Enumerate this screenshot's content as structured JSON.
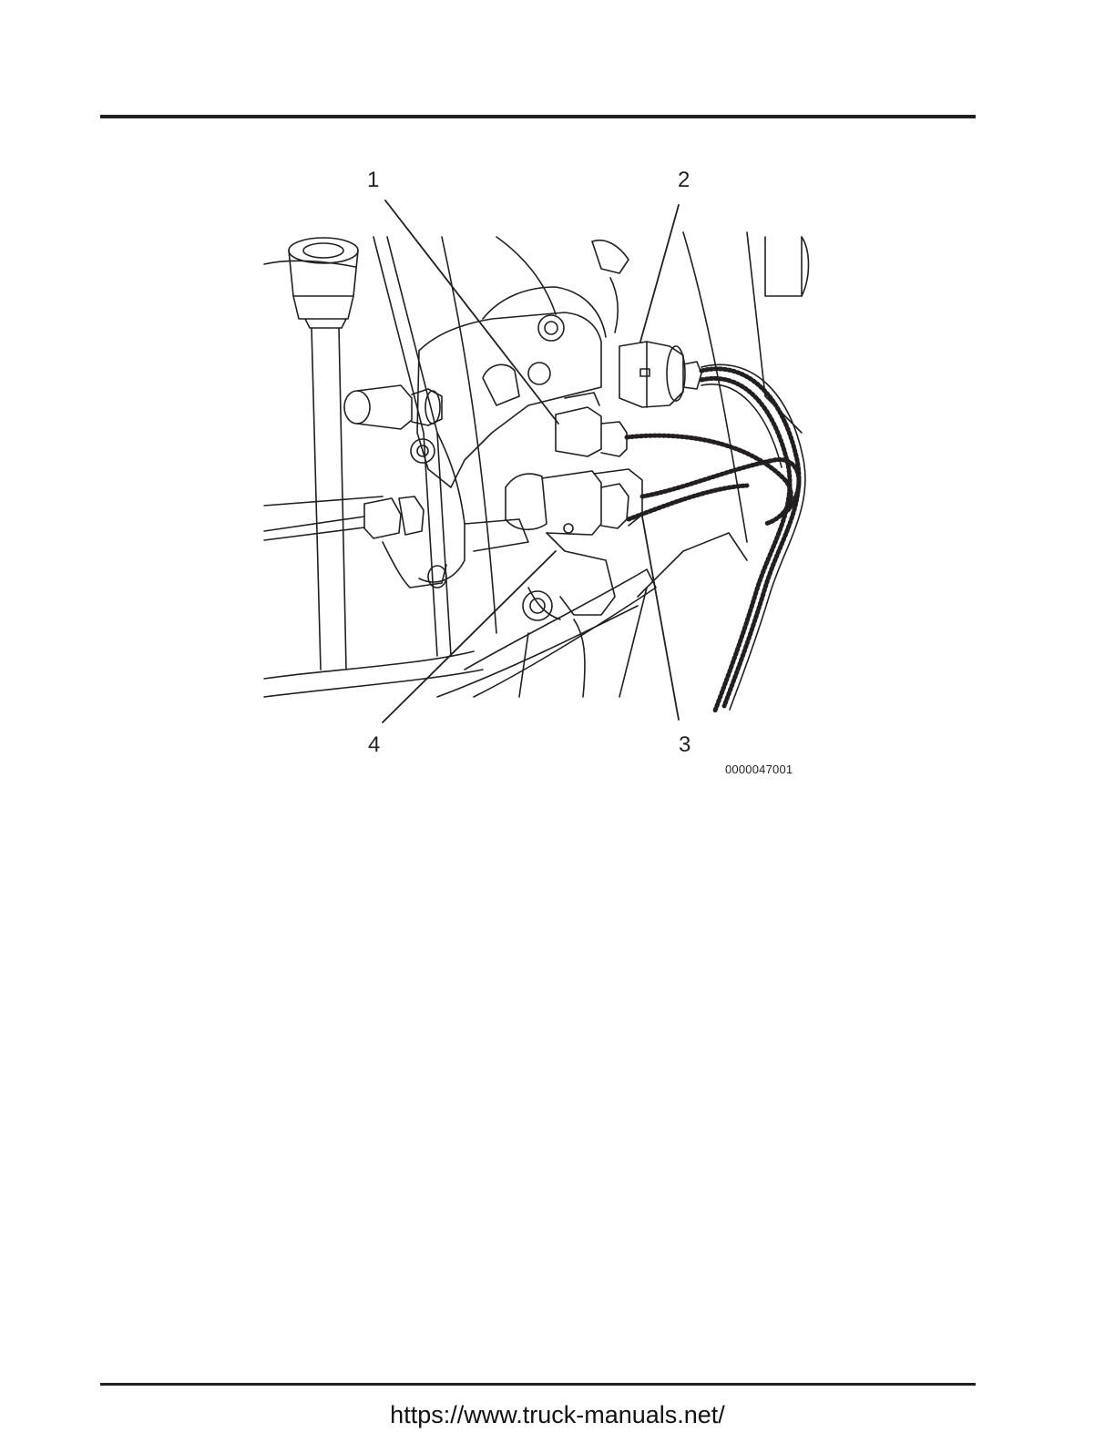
{
  "figure": {
    "callouts": [
      "1",
      "2",
      "3",
      "4"
    ],
    "id": "0000047001",
    "description_icon": "fuel-pump-sensor-connectors-illustration"
  },
  "footer": {
    "url": "https://www.truck-manuals.net/"
  },
  "colors": {
    "ink": "#231f20",
    "background": "#ffffff"
  }
}
